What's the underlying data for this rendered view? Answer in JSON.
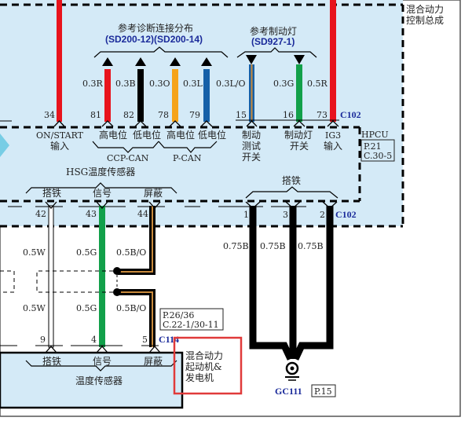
{
  "colors": {
    "panel_bg": "#d4eaf7",
    "red": "#e8131c",
    "black": "#000000",
    "orange": "#f5a31a",
    "blue": "#1560a8",
    "green": "#12a04a",
    "brown_stripe": "#c98a3c",
    "highlight_box": "#e03a3a",
    "connector_label": "#1a2a9a"
  },
  "module": {
    "title_line1": "混合动力",
    "title_line2": "控制总成",
    "hpcu_label": "HPCU",
    "hpcu_ref_line1": "P.21",
    "hpcu_ref_line2": "C.30-5"
  },
  "refs": {
    "diag_title": "参考诊断连接分布",
    "diag_codes": "(SD200-12)(SD200-14)",
    "brake_title": "参考制动灯",
    "brake_code": "(SD927-1)"
  },
  "top_wires": [
    {
      "gauge": "",
      "pin": "34",
      "label1": "ON/START",
      "label2": "输入",
      "color": "red"
    },
    {
      "gauge": "0.3R",
      "pin": "81",
      "label1": "高电位",
      "label2": "",
      "color": "red"
    },
    {
      "gauge": "0.3B",
      "pin": "82",
      "label1": "低电位",
      "label2": "",
      "color": "black"
    },
    {
      "gauge": "0.3O",
      "pin": "78",
      "label1": "高电位",
      "label2": "",
      "color": "orange"
    },
    {
      "gauge": "0.3L",
      "pin": "79",
      "label1": "低电位",
      "label2": "",
      "color": "blue"
    },
    {
      "gauge": "0.3L/O",
      "pin": "15",
      "label1": "制动",
      "label2": "测试",
      "label3": "开关",
      "color": "blue"
    },
    {
      "gauge": "0.3G",
      "pin": "16",
      "label1": "制动灯",
      "label2": "开关",
      "color": "green"
    },
    {
      "gauge": "0.5R",
      "pin": "73",
      "label1": "IG3",
      "label2": "输入",
      "color": "red"
    }
  ],
  "top_connector": "C102",
  "bus_labels": {
    "ccp": "CCP-CAN",
    "p": "P-CAN"
  },
  "hsg": {
    "title": "HSG温度传感器",
    "pins": [
      {
        "pin": "42",
        "label": "搭铁",
        "gauge_upper": "0.5W",
        "gauge_lower": "0.5W",
        "bottom_pin": "9"
      },
      {
        "pin": "43",
        "label": "信号",
        "gauge_upper": "0.5G",
        "gauge_lower": "0.5G",
        "bottom_pin": "4"
      },
      {
        "pin": "44",
        "label": "屏蔽",
        "gauge_upper": "0.5B/O",
        "gauge_lower": "0.5B/O",
        "bottom_pin": "5"
      }
    ]
  },
  "ground_group": {
    "label": "搭铁",
    "pins": [
      {
        "pin": "1",
        "gauge": "0.75B"
      },
      {
        "pin": "3",
        "gauge": "0.75B"
      },
      {
        "pin": "2",
        "gauge": "0.75B"
      }
    ],
    "connector": "C102",
    "ground_name": "GC111",
    "ground_ref": "P.15"
  },
  "motor": {
    "connector": "C114",
    "ref_line1": "P.26/36",
    "ref_line2": "C.22-1/30-11",
    "pin_labels": [
      "搭铁",
      "信号",
      "屏蔽"
    ],
    "sensor_label": "温度传感器",
    "title_line1": "混合动力",
    "title_line2": "起动机&",
    "title_line3": "发电机"
  }
}
